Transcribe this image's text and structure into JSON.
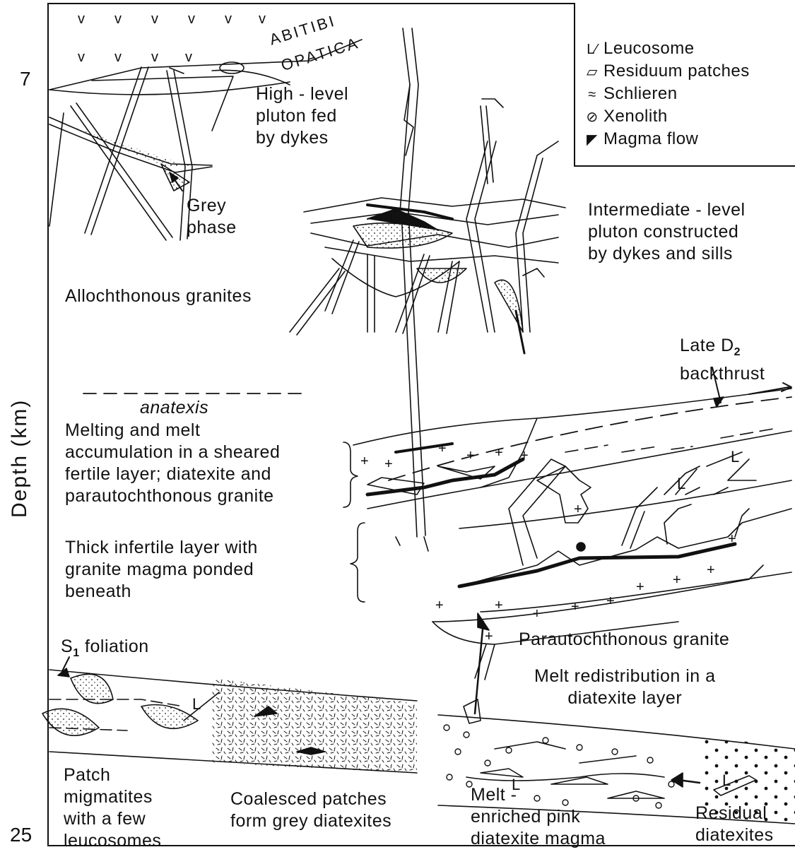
{
  "axis": {
    "label": "Depth (km)",
    "tick_top": "7",
    "tick_bottom": "25"
  },
  "legend": {
    "items": [
      {
        "symbol": "L",
        "icon": "leucosome-icon",
        "label": "Leucosome"
      },
      {
        "symbol": "",
        "icon": "residuum-patch-icon",
        "label": "Residuum patches"
      },
      {
        "symbol": "",
        "icon": "schlieren-icon",
        "label": "Schlieren"
      },
      {
        "symbol": "",
        "icon": "xenolith-icon",
        "label": "Xenolith"
      },
      {
        "symbol": "",
        "icon": "magma-flow-arrow-icon",
        "label": "Magma flow"
      }
    ]
  },
  "terranes": {
    "abitibi": "ABITIBI",
    "opatica": "OPATICA",
    "v_mark": "v"
  },
  "labels": {
    "high_level": [
      "High - level",
      "pluton  fed",
      "by  dykes"
    ],
    "grey_phase": [
      "Grey",
      "phase"
    ],
    "intermediate": [
      "Intermediate - level",
      "pluton  constructed",
      "by  dykes  and  sills"
    ],
    "allochthonous": "Allochthonous  granites",
    "backthrust_pre": "Late  D",
    "backthrust_sub": "2",
    "backthrust_post": "backthrust",
    "anatexis": "anatexis",
    "melting": [
      "Melting  and  melt",
      "accumulation  in  a  sheared",
      "fertile  layer;  diatexite  and",
      "parautochthonous  granite"
    ],
    "thick": [
      "Thick  infertile  layer  with",
      "granite  magma  ponded",
      "beneath"
    ],
    "parautochthonous": "Parautochthonous  granite",
    "s1_pre": "S",
    "s1_sub": "1",
    "s1_post": " foliation",
    "redistribution": [
      "Melt  redistribution  in  a",
      "diatexite  layer"
    ],
    "patch": [
      "Patch",
      "migmatites",
      "with  a  few",
      "leucosomes"
    ],
    "coalesced": [
      "Coalesced  patches",
      "form  grey  diatexites"
    ],
    "melt_enriched": [
      "Melt -",
      "enriched  pink",
      "diatexite  magma"
    ],
    "residual": [
      "Residual",
      "diatexites"
    ],
    "leucosome_mark": "L",
    "plus_mark": "+"
  }
}
